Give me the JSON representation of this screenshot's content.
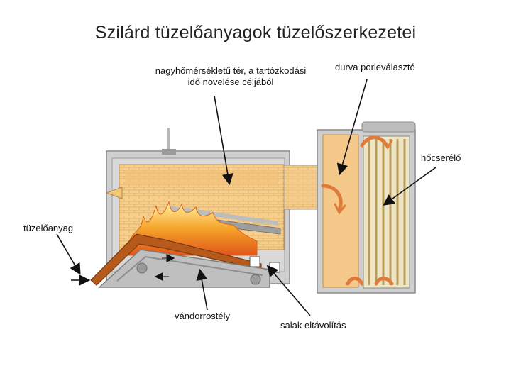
{
  "title": "Szilárd tüzelőanyagok tüzelőszerkezetei",
  "labels": {
    "high_temp_line1": "nagyhőmérsékletű tér, a tartózkodási",
    "high_temp_line2": "idő növelése céljából",
    "dust_separator": "durva porleválasztó",
    "heat_exchanger": "hőcserélő",
    "fuel": "tüzelőanyag",
    "travelling_grate": "vándorrostély",
    "slag_removal": "salak eltávolítás"
  },
  "colors": {
    "casing": "#c9c9c9",
    "brick": "#f3cd86",
    "flame": "#f2a02a",
    "fuel_bed": "#b65a1c",
    "flow_arrow": "#e07a3a"
  }
}
